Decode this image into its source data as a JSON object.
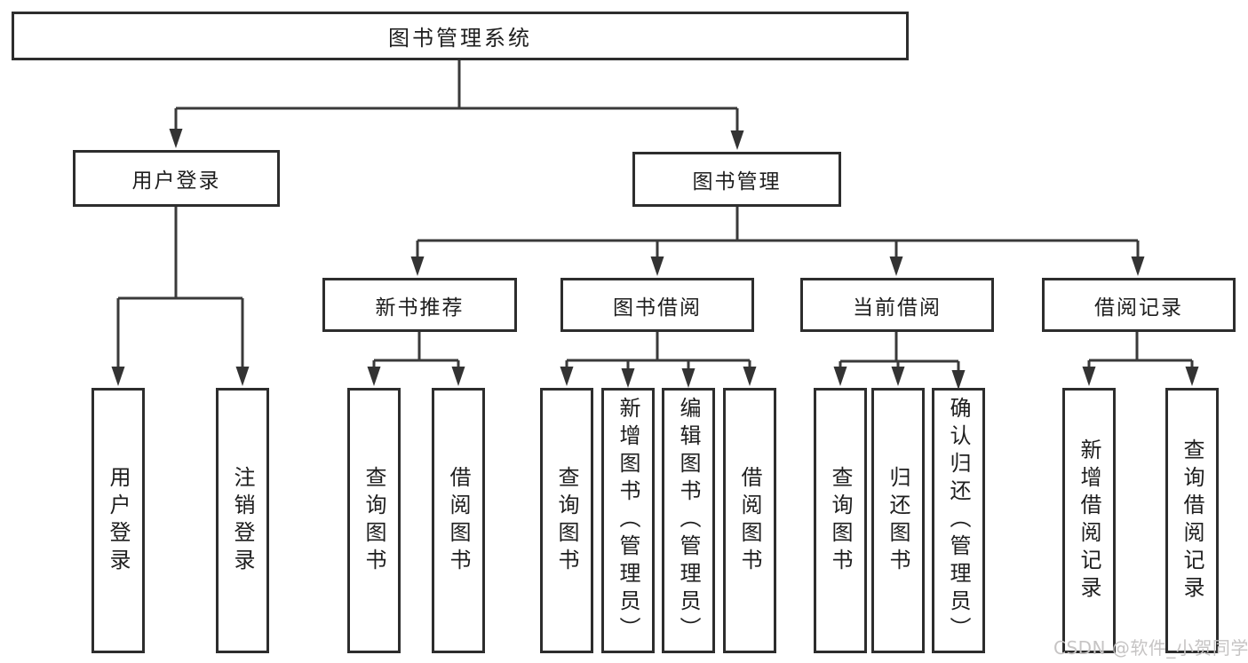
{
  "tree": {
    "label": "图书管理系统",
    "children": [
      {
        "label": "用户登录",
        "children": [
          {
            "label": "用户登录"
          },
          {
            "label": "注销登录"
          }
        ]
      },
      {
        "label": "图书管理",
        "children": [
          {
            "label": "新书推荐",
            "children": [
              {
                "label": "查询图书"
              },
              {
                "label": "借阅图书"
              }
            ]
          },
          {
            "label": "图书借阅",
            "children": [
              {
                "label": "查询图书"
              },
              {
                "label": "新增图书（管理员）"
              },
              {
                "label": "编辑图书（管理员）"
              },
              {
                "label": "借阅图书"
              }
            ]
          },
          {
            "label": "当前借阅",
            "children": [
              {
                "label": "查询图书"
              },
              {
                "label": "归还图书"
              },
              {
                "label": "确认归还（管理员）"
              }
            ]
          },
          {
            "label": "借阅记录",
            "children": [
              {
                "label": "新增借阅记录"
              },
              {
                "label": "查询借阅记录"
              }
            ]
          }
        ]
      }
    ]
  },
  "watermark": "CSDN @软件_小贺同学",
  "colors": {
    "box_border": "#2d2d2d",
    "connector_line": "#3a3a3a",
    "arrowhead": "#333333",
    "text": "#1e1e1e",
    "watermark_text": "#c6c4c4",
    "background": "#ffffff"
  }
}
